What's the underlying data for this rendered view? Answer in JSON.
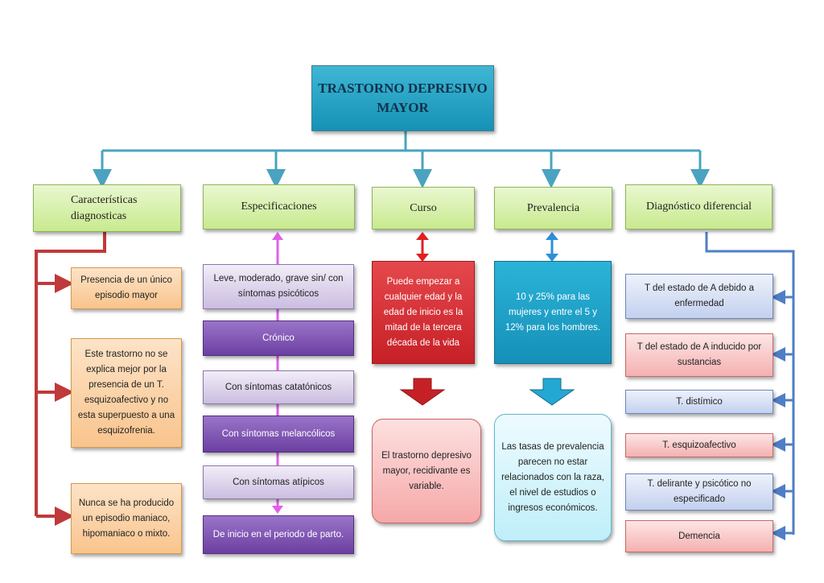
{
  "title": "TRASTORNO DEPRESIVO MAYOR",
  "categories": {
    "caracteristicas": "Características diagnosticas",
    "especificaciones": "Especificaciones",
    "curso": "Curso",
    "prevalencia": "Prevalencia",
    "diagnostico": "Diagnóstico diferencial"
  },
  "caracteristicas_items": [
    "Presencia de un único episodio mayor",
    "Este trastorno no se explica mejor por la presencia de un T. esquizoafectivo y no esta superpuesto a una esquizofrenia.",
    "Nunca se ha producido un episodio maniaco, hipomaniaco o mixto."
  ],
  "especificaciones_items": [
    "Leve, moderado, grave sin/ con síntomas psicóticos",
    "Crónico",
    "Con síntomas catatónicos",
    "Con síntomas melancólicos",
    "Con síntomas atípicos",
    "De inicio en el periodo de parto."
  ],
  "curso_items": [
    "Puede empezar a cualquier edad y la edad de inicio es la mitad de la tercera década de la vida",
    "El trastorno depresivo mayor, recidivante es variable."
  ],
  "prevalencia_items": [
    "10 y 25% para las mujeres y entre el 5 y 12% para los hombres.",
    "Las tasas de prevalencia parecen no estar relacionados con la raza, el nivel de estudios o ingresos económicos."
  ],
  "diagnostico_items": [
    "T del estado de A debido a enfermedad",
    "T del estado de A inducido por sustancias",
    "T. distímico",
    "T. esquizoafectivo",
    "T. delirante y psicótico no especificado",
    "Demencia"
  ],
  "colors": {
    "connector": "#4aa3c0",
    "caracteristicas_line": "#c0393b",
    "especificaciones_line": "#e060e8",
    "curso_arrow": "#e02020",
    "prevalencia_arrow": "#2c8fd8",
    "diagnostico_line": "#4f7ec6"
  }
}
